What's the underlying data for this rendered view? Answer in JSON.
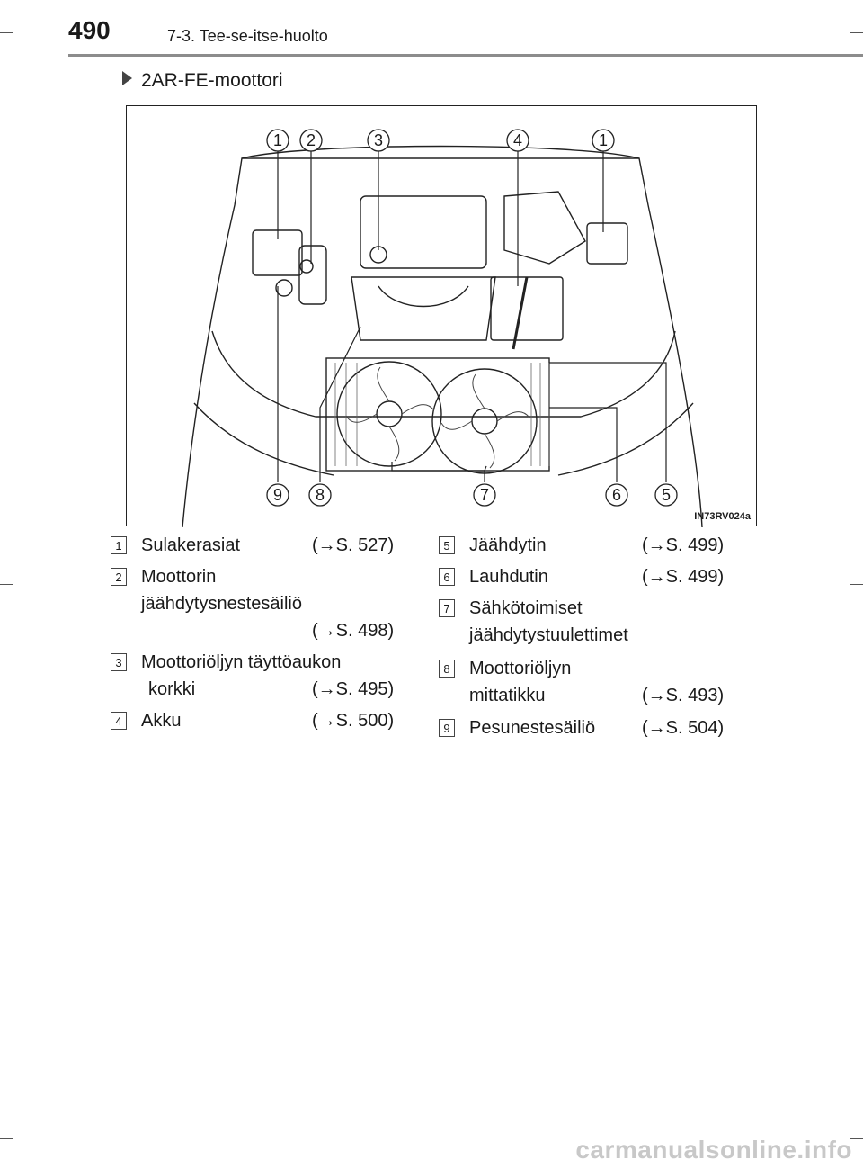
{
  "header": {
    "page_number": "490",
    "section": "7-3. Tee-se-itse-huolto"
  },
  "subheading": "2AR-FE-moottori",
  "figure": {
    "code": "IN73RV024a",
    "top_callouts": [
      "1",
      "2",
      "3",
      "4",
      "1"
    ],
    "bottom_callouts": [
      "9",
      "8",
      "7",
      "6",
      "5"
    ]
  },
  "legend": {
    "left": [
      {
        "num": "1",
        "lines": [
          "Sulakerasiat"
        ],
        "ref": "(→S. 527)"
      },
      {
        "num": "2",
        "lines": [
          "Moottorin",
          "jäähdytysnestesäiliö"
        ],
        "ref": "(→S. 498)"
      },
      {
        "num": "3",
        "lines": [
          "Moottoriöljyn täyttöaukon",
          "korkki"
        ],
        "ref": "(→S. 495)"
      },
      {
        "num": "4",
        "lines": [
          "Akku"
        ],
        "ref": "(→S. 500)"
      }
    ],
    "right": [
      {
        "num": "5",
        "lines": [
          "Jäähdytin"
        ],
        "ref": "(→S. 499)"
      },
      {
        "num": "6",
        "lines": [
          "Lauhdutin"
        ],
        "ref": "(→S. 499)"
      },
      {
        "num": "7",
        "lines": [
          "Sähkötoimiset",
          "jäähdytystuulettimet"
        ],
        "ref": ""
      },
      {
        "num": "8",
        "lines": [
          "Moottoriöljyn",
          "mittatikku"
        ],
        "ref": "(→S. 493)"
      },
      {
        "num": "9",
        "lines": [
          "Pesunestesäiliö"
        ],
        "ref": "(→S. 504)"
      }
    ]
  },
  "watermark": "carmanualsonline.info"
}
